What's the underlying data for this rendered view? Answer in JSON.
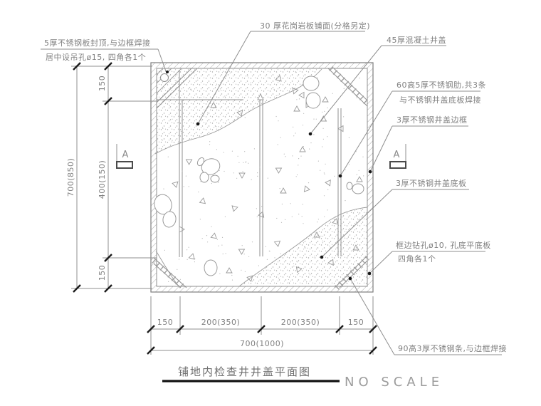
{
  "title": {
    "text": "铺地内检查井井盖平面图",
    "scale_note": "NO SCALE"
  },
  "annotations": {
    "top_left_line1": "5厚不锈钢板封顶,与边框焊接",
    "top_left_line2": "居中设吊孔ø15, 四角各1个",
    "granite": "30 厚花岗岩板铺面(分格另定)",
    "concrete_cover": "45厚混凝土井盖",
    "rib_line1": "60高5厚不锈钢肋,共3条",
    "rib_line2": "与不锈钢井盖底板焊接",
    "cover_frame": "3厚不锈钢井盖边框",
    "cover_bottom_plate": "3厚不锈钢井盖底板",
    "drill_line1": "框边钻孔ø10, 孔底平底板",
    "drill_line2": "四角各1个",
    "steel_strip": "90高3厚不锈钢条,与边框焊接"
  },
  "dimensions": {
    "left_overall": "700(850)",
    "left_top": "150",
    "left_mid": "400(150)",
    "left_bottom": "150",
    "bottom_seg1": "150",
    "bottom_seg2": "200(350)",
    "bottom_seg3": "200(350)",
    "bottom_seg4": "150",
    "bottom_overall": "700(1000)"
  },
  "section_markers": {
    "left": "A",
    "right": "A"
  },
  "colors": {
    "line_gray": "#8f8f8f",
    "text_gray": "#818181",
    "accent_black": "#161616"
  }
}
